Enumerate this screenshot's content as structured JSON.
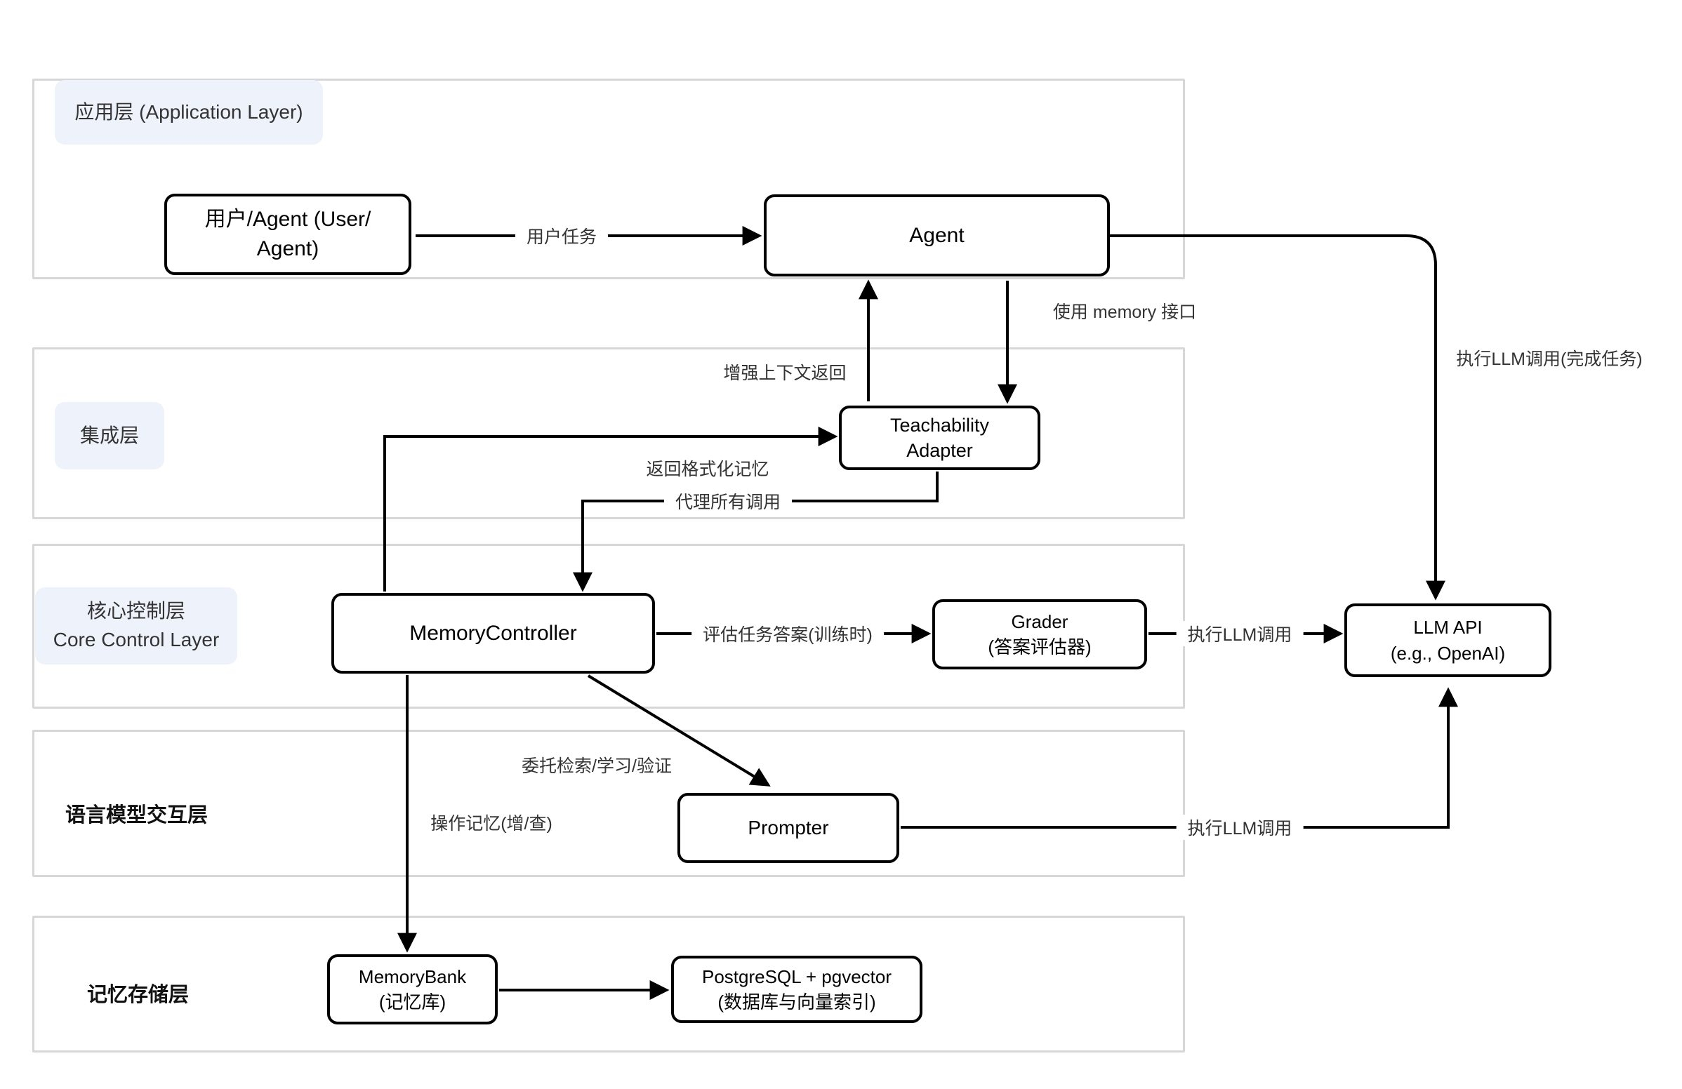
{
  "diagram_title": "",
  "colors": {
    "background": "#ffffff",
    "band_border": "#d7d7d9",
    "chip_background": "#edf2fb",
    "chip_text": "#333333",
    "node_border": "#000000",
    "node_fill": "#ffffff",
    "edge_line": "#000000",
    "edge_label_text": "#333333"
  },
  "layers": {
    "application": {
      "label": "应用层 (Application Layer)"
    },
    "integration": {
      "label": "集成层"
    },
    "core_control": {
      "label_line1": "核心控制层",
      "label_line2": "Core Control Layer"
    },
    "llm_interaction": {
      "label": "语言模型交互层"
    },
    "memory_storage": {
      "label": "记忆存储层"
    }
  },
  "nodes": {
    "user_agent": {
      "line1": "用户/Agent (User/",
      "line2": "Agent)"
    },
    "agent": {
      "label": "Agent"
    },
    "teachability": {
      "line1": "Teachability",
      "line2": "Adapter"
    },
    "memory_controller": {
      "label": "MemoryController"
    },
    "grader": {
      "line1": "Grader",
      "line2": "(答案评估器)"
    },
    "llm_api": {
      "line1": "LLM API",
      "line2": "(e.g., OpenAI)"
    },
    "prompter": {
      "label": "Prompter"
    },
    "memory_bank": {
      "line1": "MemoryBank",
      "line2": "(记忆库)"
    },
    "postgres": {
      "line1": "PostgreSQL + pgvector",
      "line2": "(数据库与向量索引)"
    }
  },
  "edge_labels": {
    "user_task": "用户任务",
    "use_memory_api": "使用 memory 接口",
    "augmented_context_return": "增强上下文返回",
    "return_formatted_memory": "返回格式化记忆",
    "proxy_all_calls": "代理所有调用",
    "evaluate_task_answers": "评估任务答案(训练时)",
    "llm_call_from_grader": "执行LLM调用",
    "llm_call_complete_task": "执行LLM调用(完成任务)",
    "delegate_retrieve_learn_verify": "委托检索/学习/验证",
    "memory_ops_add_query": "操作记忆(增/查)",
    "llm_call_from_prompter": "执行LLM调用"
  }
}
